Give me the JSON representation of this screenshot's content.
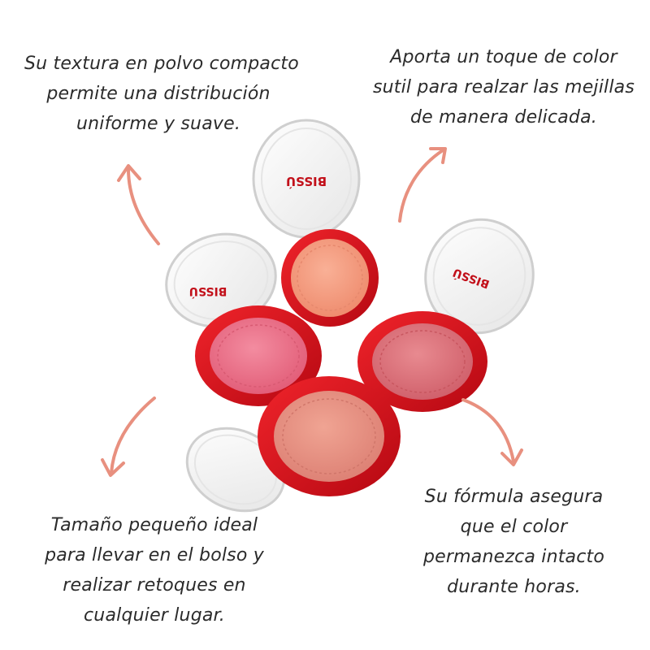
{
  "captions": {
    "top_left": [
      "Su textura en polvo compacto",
      "permite una distribución",
      "uniforme y suave."
    ],
    "top_right": [
      "Aporta un toque de color",
      "sutil para realzar las mejillas",
      "de manera delicada."
    ],
    "bottom_left": [
      "Tamaño pequeño ideal",
      "para llevar en el bolso y",
      "realizar retoques en",
      "cualquier lugar."
    ],
    "bottom_right": [
      "Su fórmula asegura",
      "que el color",
      "permanezca intacto",
      "durante horas."
    ]
  },
  "product": {
    "brand_text": "BISSÚ"
  },
  "colors": {
    "arrow": "#E8907F",
    "case_red": "#D8101A",
    "blush_peach": "#F49A80",
    "blush_pink": "#E9607A",
    "blush_rose": "#D9707A",
    "blush_nude": "#E08A7E"
  }
}
